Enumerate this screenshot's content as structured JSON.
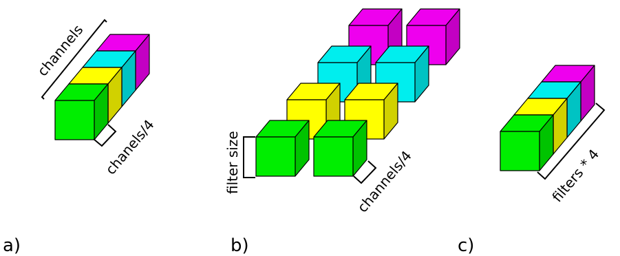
{
  "colors": {
    "green": "#00ee00",
    "yellow": "#ffff00",
    "cyan": "#00eeee",
    "magenta": "#ee00ee",
    "stroke": "#000000"
  },
  "panels": {
    "a": {
      "label": "a)",
      "bracket_top_label": "channels",
      "bracket_bottom_label": "chanels/4",
      "stack_order": [
        "magenta",
        "cyan",
        "yellow",
        "green"
      ]
    },
    "b": {
      "label": "b)",
      "height_label": "filter size",
      "depth_label": "channels/4",
      "rows": [
        "magenta",
        "cyan",
        "yellow",
        "green"
      ],
      "cubes_per_row": 2
    },
    "c": {
      "label": "c)",
      "length_label": "filters * 4",
      "stack_order": [
        "magenta",
        "cyan",
        "yellow",
        "green"
      ]
    }
  }
}
